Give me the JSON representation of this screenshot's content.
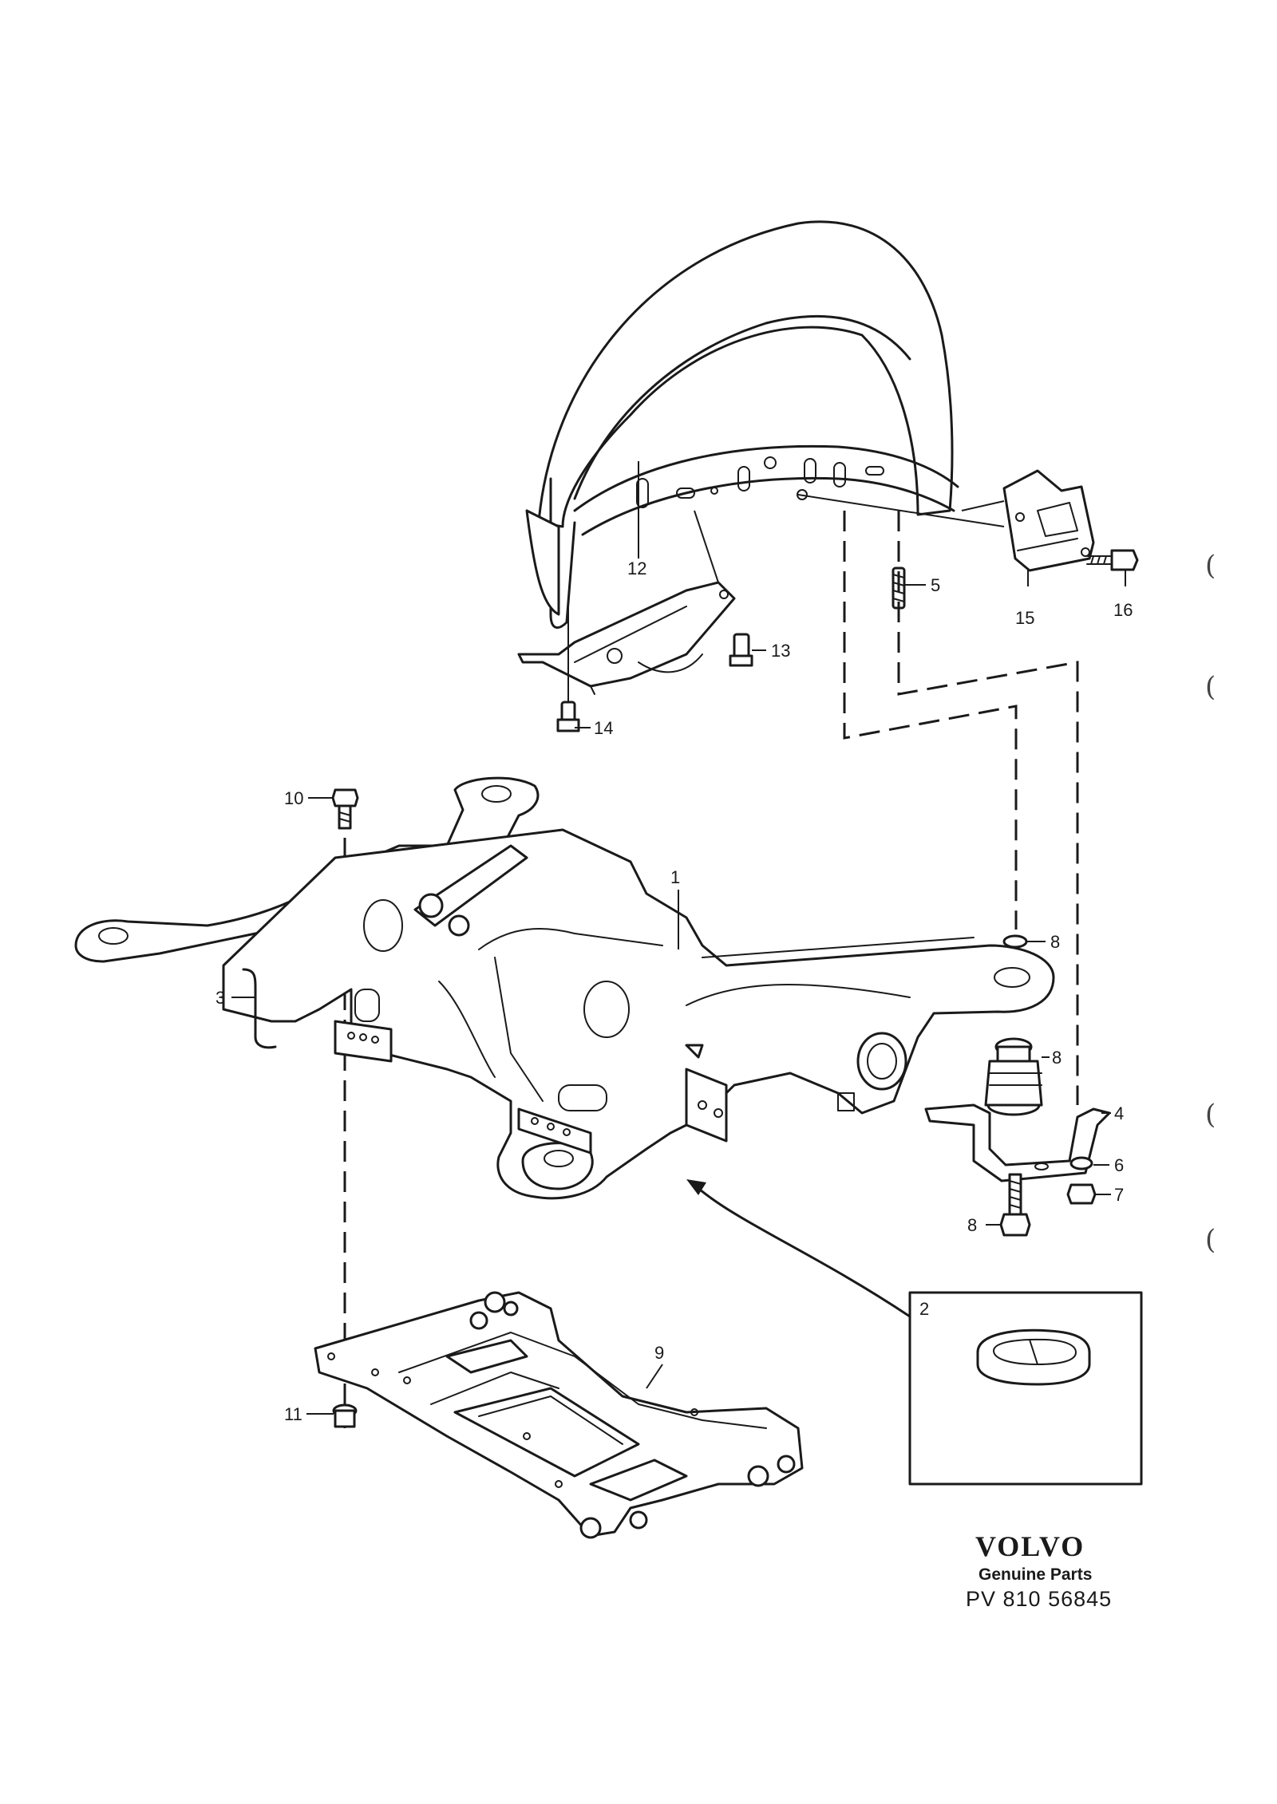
{
  "callouts": [
    "1",
    "2",
    "3",
    "4",
    "5",
    "6",
    "7",
    "8",
    "8",
    "8",
    "9",
    "10",
    "11",
    "12",
    "13",
    "14",
    "15",
    "16"
  ],
  "branding": {
    "brand": "VOLVO",
    "subtitle": "Genuine Parts",
    "reference": "PV  810 56845"
  },
  "margin_marks": [
    "(",
    "(",
    "(",
    "("
  ],
  "colors": {
    "ink": "#1a1a1a",
    "paper": "#ffffff"
  }
}
